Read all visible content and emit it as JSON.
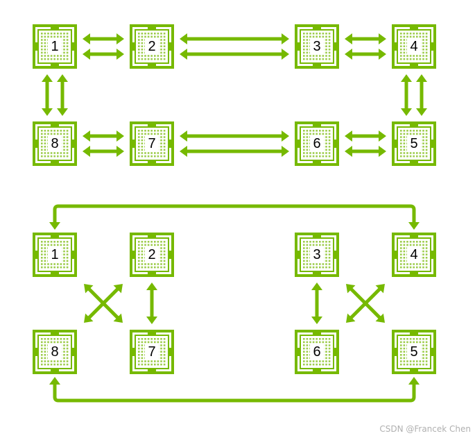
{
  "colors": {
    "accent": "#76b900",
    "chip_pattern": "#9ccc4a",
    "label": "#000000"
  },
  "chip_icon": "gpu-chip-icon",
  "diagrams": [
    {
      "name": "ring-topology",
      "chips": [
        {
          "label": "1"
        },
        {
          "label": "2"
        },
        {
          "label": "3"
        },
        {
          "label": "4"
        },
        {
          "label": "8"
        },
        {
          "label": "7"
        },
        {
          "label": "6"
        },
        {
          "label": "5"
        }
      ],
      "links": [
        {
          "from": "1",
          "to": "2",
          "lanes": 2
        },
        {
          "from": "2",
          "to": "3",
          "lanes": 2
        },
        {
          "from": "3",
          "to": "4",
          "lanes": 2
        },
        {
          "from": "8",
          "to": "7",
          "lanes": 2
        },
        {
          "from": "7",
          "to": "6",
          "lanes": 2
        },
        {
          "from": "6",
          "to": "5",
          "lanes": 2
        },
        {
          "from": "1",
          "to": "8",
          "lanes": 2
        },
        {
          "from": "4",
          "to": "5",
          "lanes": 2
        }
      ]
    },
    {
      "name": "split-topology",
      "chips": [
        {
          "label": "1"
        },
        {
          "label": "2"
        },
        {
          "label": "3"
        },
        {
          "label": "4"
        },
        {
          "label": "8"
        },
        {
          "label": "7"
        },
        {
          "label": "6"
        },
        {
          "label": "5"
        }
      ],
      "links": [
        {
          "from": "1",
          "to": "4",
          "route": "over-top"
        },
        {
          "from": "8",
          "to": "5",
          "route": "under-bottom"
        },
        {
          "from": "2",
          "to": "7"
        },
        {
          "from": "1",
          "to": "7"
        },
        {
          "from": "2",
          "to": "8"
        },
        {
          "from": "3",
          "to": "6"
        },
        {
          "from": "3",
          "to": "5"
        },
        {
          "from": "4",
          "to": "6"
        }
      ]
    }
  ],
  "watermark": "CSDN @Francek Chen"
}
